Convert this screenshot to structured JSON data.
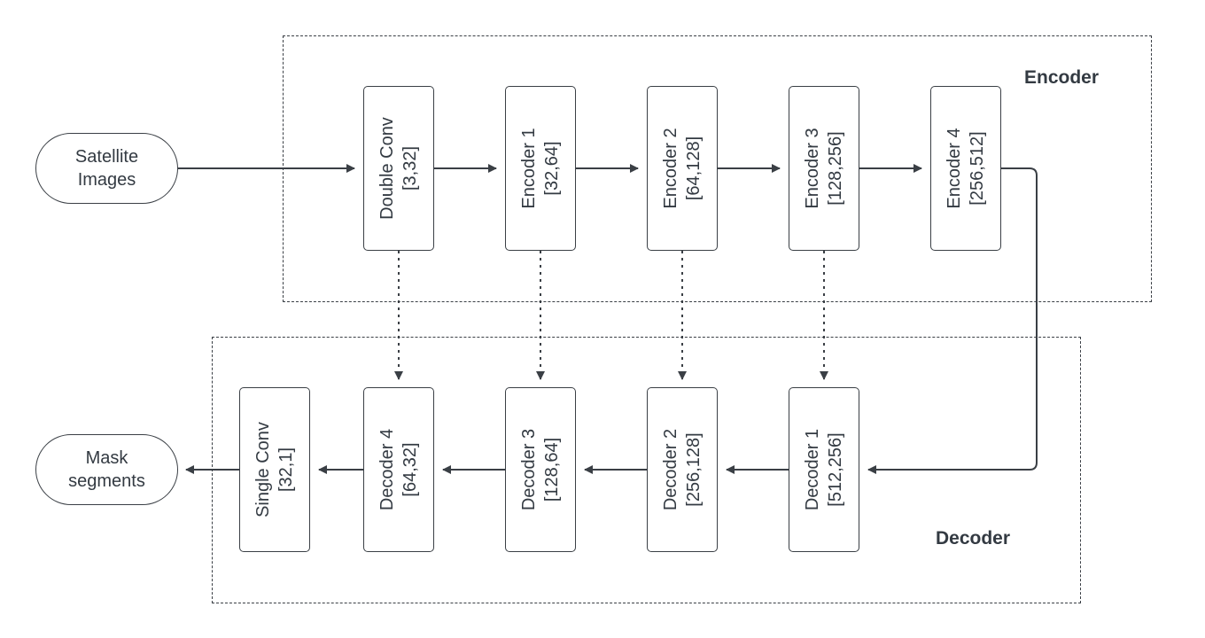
{
  "encoder": {
    "title": "Encoder",
    "blocks": [
      {
        "name": "Double Conv",
        "dims": "[3,32]"
      },
      {
        "name": "Encoder 1",
        "dims": "[32,64]"
      },
      {
        "name": "Encoder 2",
        "dims": "[64,128]"
      },
      {
        "name": "Encoder 3",
        "dims": "[128,256]"
      },
      {
        "name": "Encoder 4",
        "dims": "[256,512]"
      }
    ]
  },
  "decoder": {
    "title": "Decoder",
    "blocks": [
      {
        "name": "Single Conv",
        "dims": "[32,1]"
      },
      {
        "name": "Decoder 4",
        "dims": "[64,32]"
      },
      {
        "name": "Decoder 3",
        "dims": "[128,64]"
      },
      {
        "name": "Decoder 2",
        "dims": "[256,128]"
      },
      {
        "name": "Decoder 1",
        "dims": "[512,256]"
      }
    ]
  },
  "input": {
    "line1": "Satellite",
    "line2": "Images"
  },
  "output": {
    "line1": "Mask",
    "line2": "segments"
  },
  "colors": {
    "stroke": "#3a3f45",
    "text": "#333a42"
  }
}
